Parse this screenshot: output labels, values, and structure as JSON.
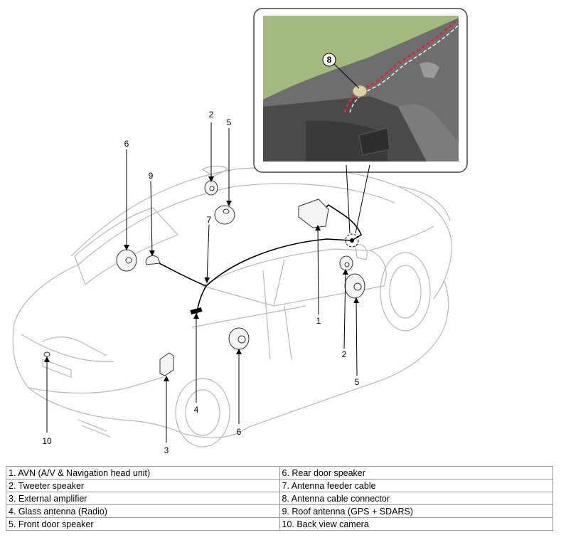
{
  "callouts": {
    "c2_top": "2",
    "c5_top": "5",
    "c6_top": "6",
    "c9": "9",
    "c7": "7",
    "c8": "8",
    "c1": "1",
    "c2_bottom": "2",
    "c5_bottom": "5",
    "c4": "4",
    "c6_bottom": "6",
    "c3": "3",
    "c10": "10"
  },
  "legend": {
    "rows": [
      [
        "1. AVN (A/V & Navigation head unit)",
        "6. Rear door speaker"
      ],
      [
        "2. Tweeter speaker",
        "7. Antenna feeder cable"
      ],
      [
        "3. External amplifier",
        "8. Antenna cable connector"
      ],
      [
        "4. Glass antenna (Radio)",
        "9. Roof antenna (GPS + SDARS)"
      ],
      [
        "5. Front door speaker",
        "10. Back view camera"
      ]
    ]
  },
  "colors": {
    "inset_sky": "#a3b97f",
    "cable_highlight": "#d42a3a",
    "line": "#000000",
    "car_outline": "#b5b5b5"
  }
}
